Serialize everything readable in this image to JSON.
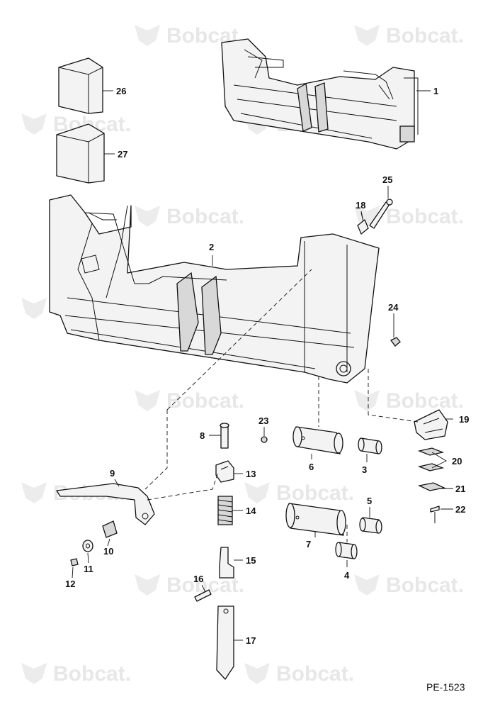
{
  "document": {
    "reference_code": "PE-1523",
    "watermark_text": "Bobcat."
  },
  "callouts": {
    "p1": "1",
    "p2": "2",
    "p3": "3",
    "p4": "4",
    "p5": "5",
    "p6": "6",
    "p7": "7",
    "p8": "8",
    "p9": "9",
    "p10": "10",
    "p11": "11",
    "p12": "12",
    "p13": "13",
    "p14": "14",
    "p15": "15",
    "p16": "16",
    "p17": "17",
    "p18": "18",
    "p19": "19",
    "p20": "20",
    "p21": "21",
    "p22": "22",
    "p23": "23",
    "p24": "24",
    "p25": "25",
    "p26": "26",
    "p27": "27"
  },
  "colors": {
    "ink": "#111111",
    "watermark": "#e7e7e7",
    "background": "#ffffff"
  }
}
